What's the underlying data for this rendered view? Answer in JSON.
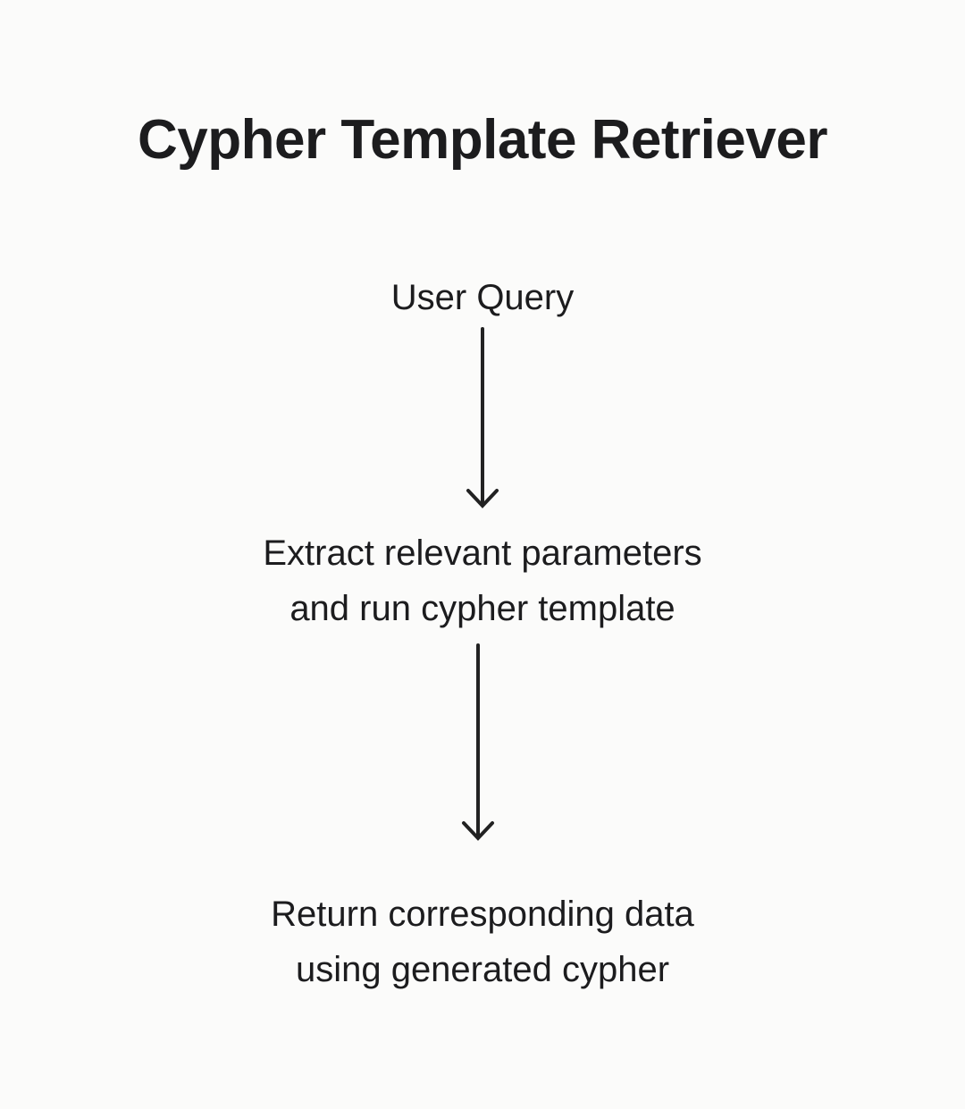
{
  "page": {
    "background_color": "#fbfbfa",
    "text_color": "#1c1c1e",
    "arrow_color": "#222222"
  },
  "diagram": {
    "title": "Cypher Template Retriever",
    "type": "vertical-flowchart",
    "steps": [
      {
        "id": "user-query",
        "lines": [
          "User Query"
        ]
      },
      {
        "id": "extract-parameters",
        "lines": [
          "Extract relevant parameters",
          "and run cypher template"
        ]
      },
      {
        "id": "return-data",
        "lines": [
          "Return corresponding data",
          "using generated cypher"
        ]
      }
    ],
    "edges": [
      {
        "from": "user-query",
        "to": "extract-parameters",
        "style": "down-arrow"
      },
      {
        "from": "extract-parameters",
        "to": "return-data",
        "style": "down-arrow"
      }
    ]
  }
}
